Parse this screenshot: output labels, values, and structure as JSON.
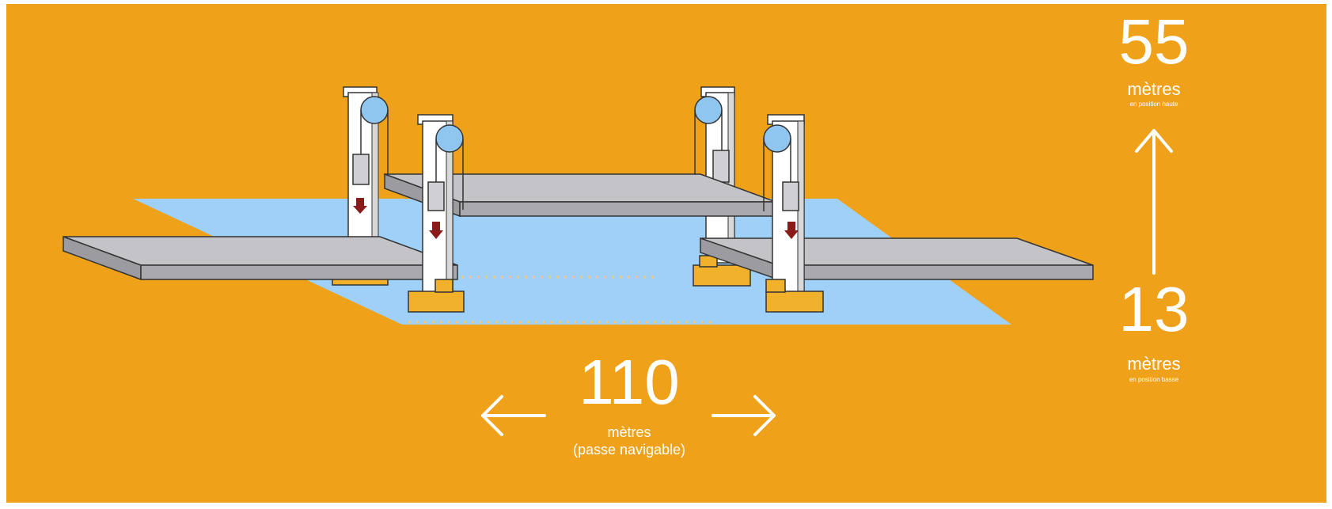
{
  "colors": {
    "background": "#f0a11a",
    "water": "#9fd0f7",
    "deck": "#b9b9be",
    "pylon": "#ffffff",
    "pulley": "#8fc6ef",
    "arrow": "#8b1a1a",
    "footing": "#f2b12a"
  },
  "height_high": {
    "value": "55",
    "unit": "mètres",
    "caption": "en position haute"
  },
  "height_low": {
    "value": "13",
    "unit": "mètres",
    "caption": "en position basse"
  },
  "span": {
    "value": "110",
    "unit": "mètres",
    "caption": "(passe navigable)"
  },
  "icons": [
    "up-arrow-icon",
    "left-arrow-icon",
    "right-arrow-icon",
    "down-arrow-icon"
  ]
}
